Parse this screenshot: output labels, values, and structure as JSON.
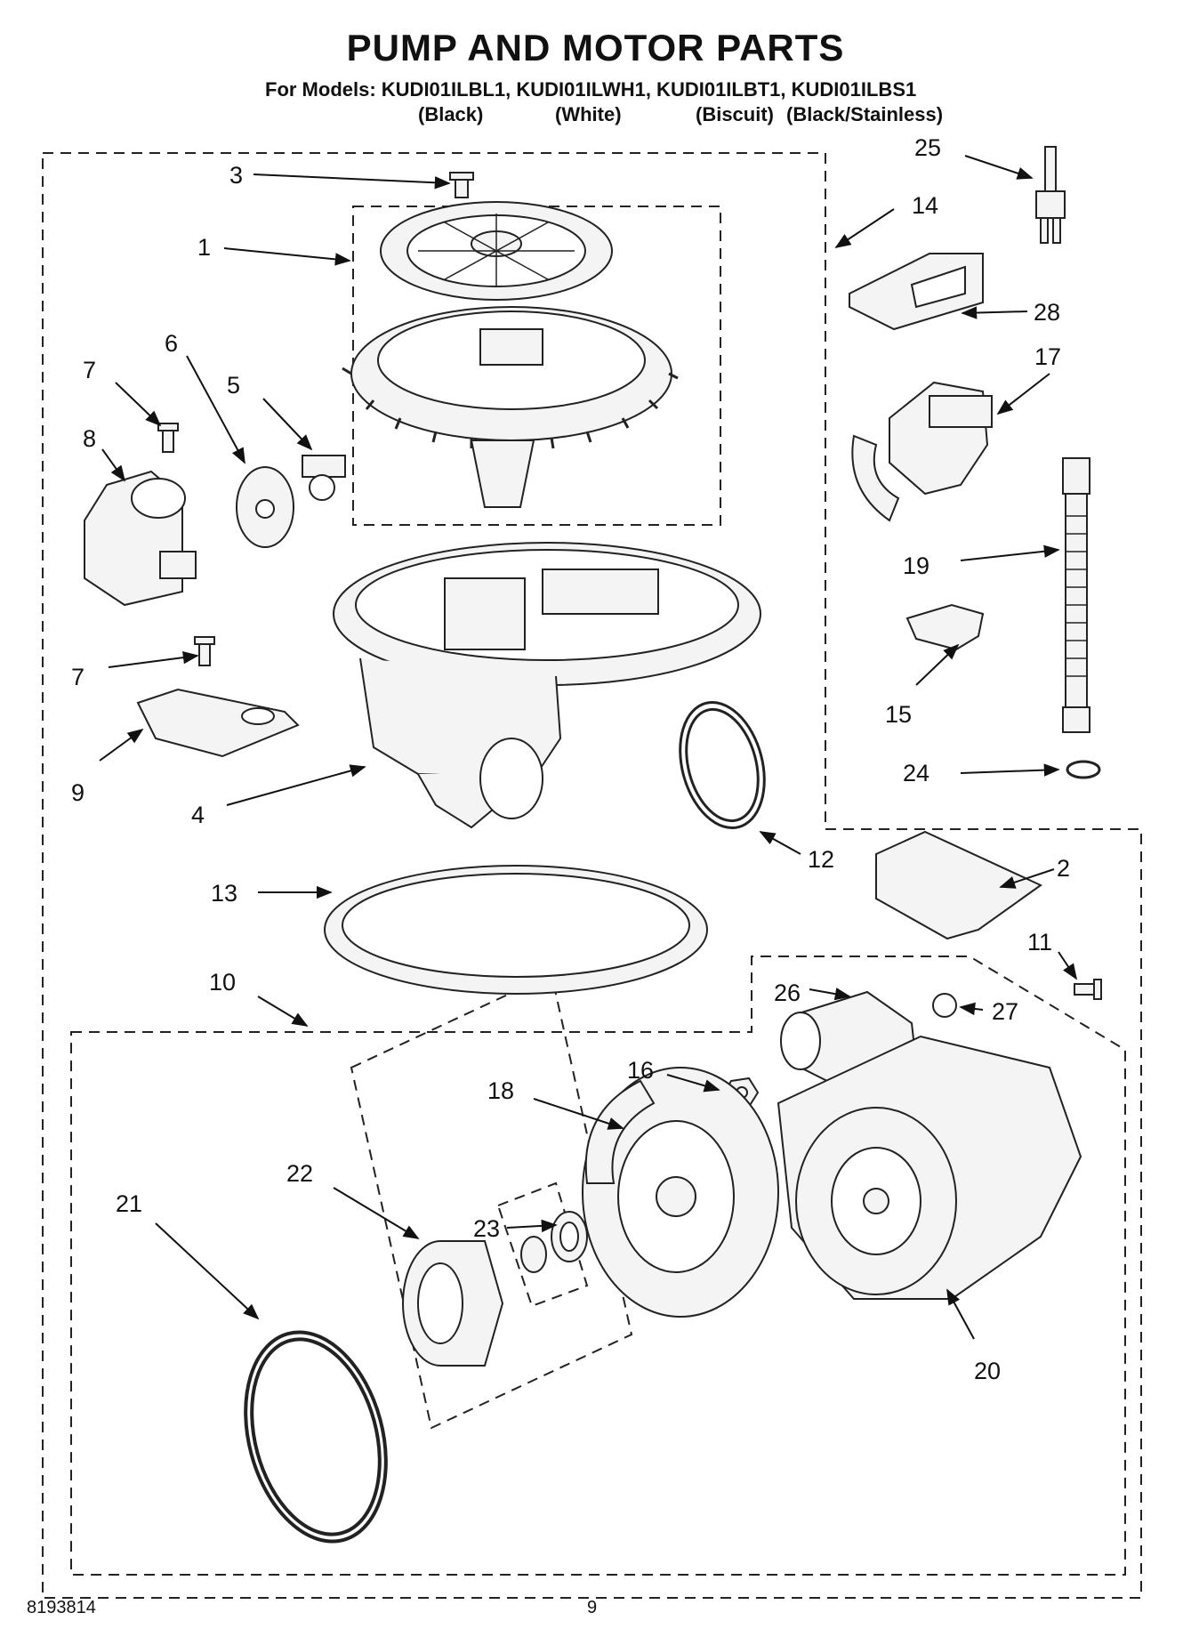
{
  "header": {
    "title": "PUMP AND MOTOR PARTS",
    "models_line": "For Models: KUDI01ILBL1, KUDI01ILWH1, KUDI01ILBT1, KUDI01ILBS1",
    "finishes": [
      "(Black)",
      "(White)",
      "(Biscuit)",
      "(Black/Stainless)"
    ]
  },
  "callouts": [
    "1",
    "2",
    "3",
    "4",
    "5",
    "6",
    "7",
    "7",
    "8",
    "9",
    "10",
    "11",
    "12",
    "13",
    "14",
    "15",
    "16",
    "17",
    "18",
    "19",
    "20",
    "21",
    "22",
    "23",
    "24",
    "25",
    "26",
    "27",
    "28"
  ],
  "footer": {
    "doc_number": "8193814",
    "page_number": "9"
  }
}
